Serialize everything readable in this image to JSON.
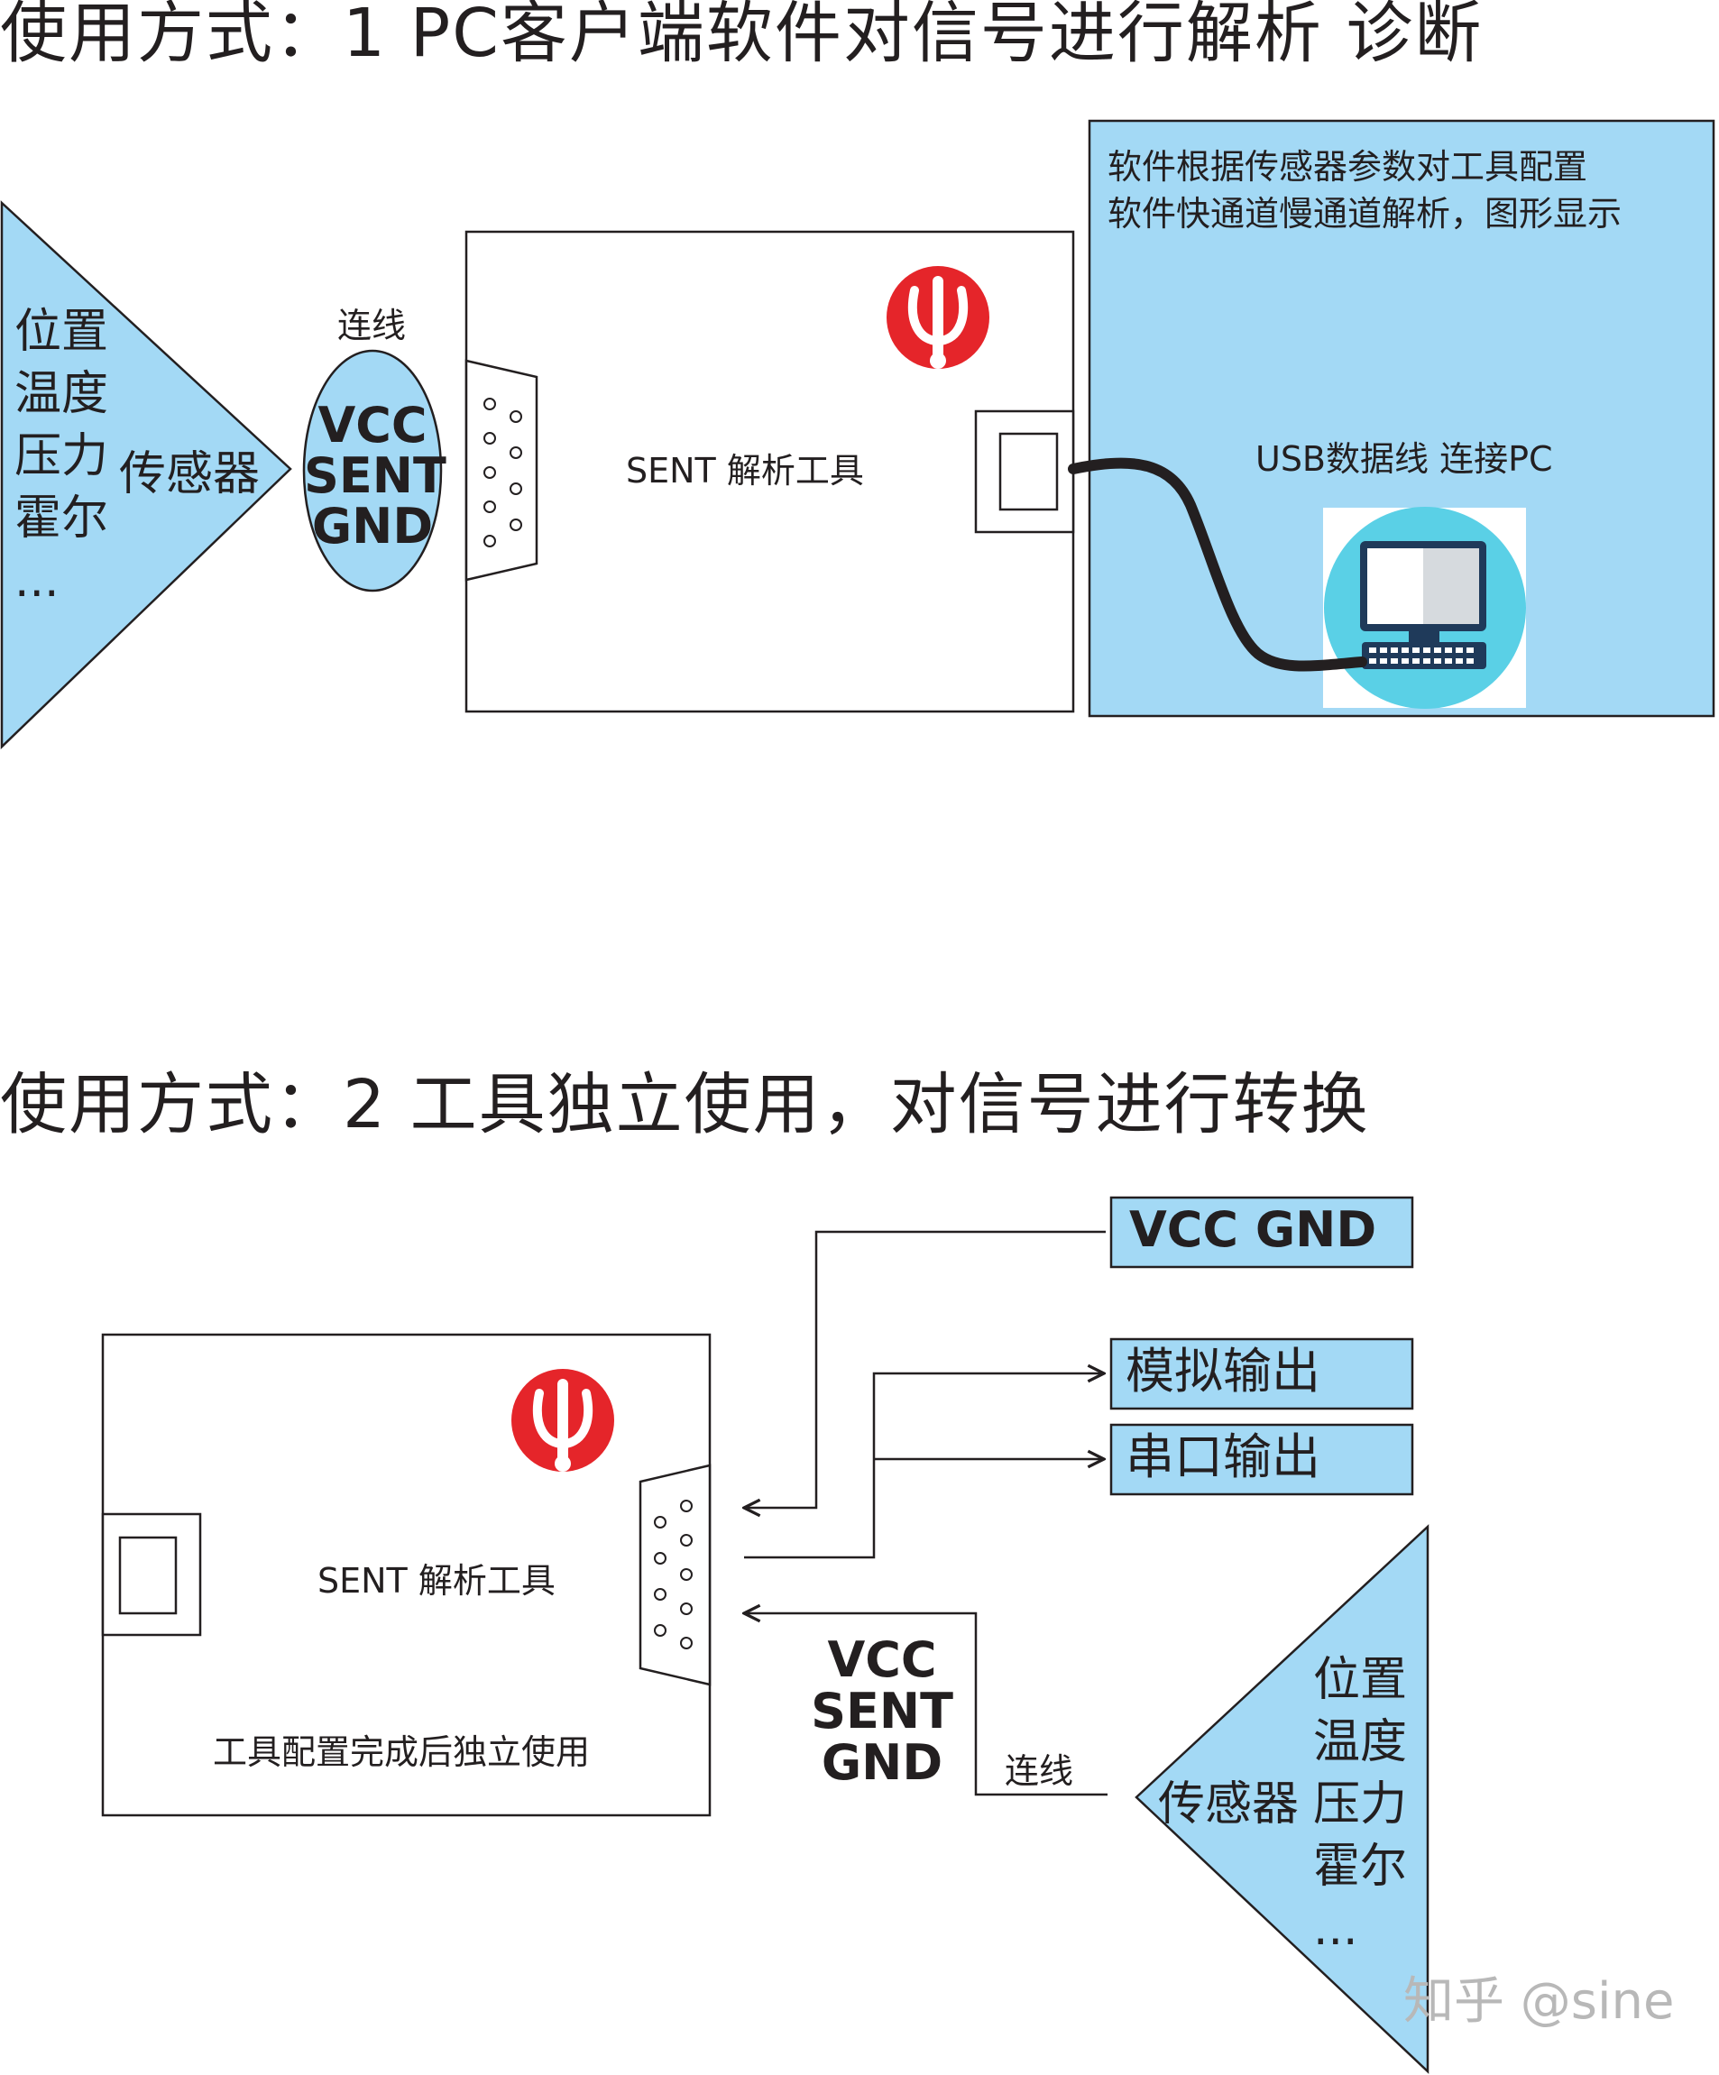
{
  "section1": {
    "title": "使用方式：1 PC客户端软件对信号进行解析 诊断",
    "sensor_types": [
      "位置",
      "温度",
      "压力",
      "霍尔",
      "..."
    ],
    "sensor_label": "传感器",
    "wire_label": "连线",
    "pins": [
      "VCC",
      "SENT",
      "GND"
    ],
    "tool_label": "SENT 解析工具",
    "pc_box_lines": [
      "软件根据传感器参数对工具配置",
      "软件快通道慢通道解析，图形显示"
    ],
    "usb_label": "USB数据线 连接PC"
  },
  "section2": {
    "title": "使用方式：2 工具独立使用，对信号进行转换",
    "tool_label": "SENT 解析工具",
    "tool_note": "工具配置完成后独立使用",
    "power_label": "VCC  GND",
    "analog_out": "模拟输出",
    "serial_out": "串口输出",
    "pins": [
      "VCC",
      "SENT",
      "GND"
    ],
    "wire_label": "连线",
    "sensor_types": [
      "位置",
      "温度",
      "压力",
      "霍尔",
      "..."
    ],
    "sensor_label": "传感器"
  },
  "watermark": "知乎 @sine",
  "colors": {
    "fill": "#a3d9f5",
    "line": "#231f20",
    "logo": "#e5252a",
    "pc_icon_bg": "#5ad0e6"
  }
}
